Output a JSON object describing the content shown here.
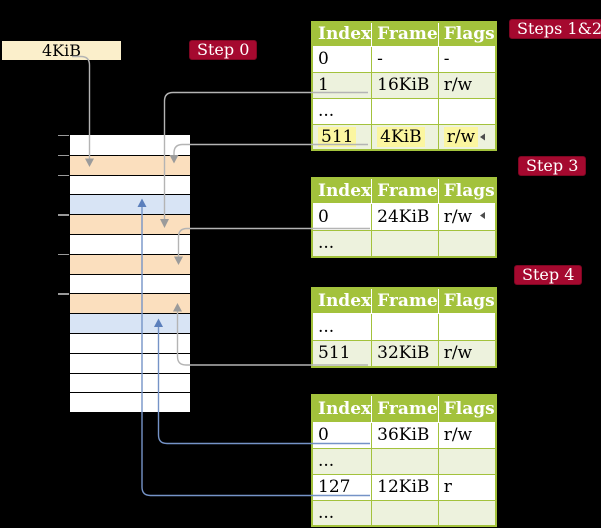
{
  "size_box": {
    "label": "4KiB"
  },
  "step_labels": {
    "step0": "Step 0",
    "steps_1_2": "Steps 1&2",
    "step3": "Step 3",
    "step4": "Step 4"
  },
  "page_tables": [
    {
      "name": "page-table-steps-1-2",
      "headers": [
        "Index",
        "Frame",
        "Flags"
      ],
      "rows": [
        {
          "cells": [
            "0",
            "-",
            "-"
          ]
        },
        {
          "cells": [
            "1",
            "16KiB",
            "r/w"
          ]
        },
        {
          "cells": [
            "...",
            "",
            ""
          ]
        },
        {
          "cells": [
            "511",
            "4KiB",
            "r/w"
          ],
          "highlighted": true
        }
      ]
    },
    {
      "name": "page-table-step-3",
      "headers": [
        "Index",
        "Frame",
        "Flags"
      ],
      "rows": [
        {
          "cells": [
            "0",
            "24KiB",
            "r/w"
          ]
        },
        {
          "cells": [
            "...",
            "",
            ""
          ]
        }
      ]
    },
    {
      "name": "page-table-step-4",
      "headers": [
        "Index",
        "Frame",
        "Flags"
      ],
      "rows": [
        {
          "cells": [
            "...",
            "",
            ""
          ]
        },
        {
          "cells": [
            "511",
            "32KiB",
            "r/w"
          ]
        }
      ]
    },
    {
      "name": "page-table-final",
      "headers": [
        "Index",
        "Frame",
        "Flags"
      ],
      "rows": [
        {
          "cells": [
            "0",
            "36KiB",
            "r/w"
          ]
        },
        {
          "cells": [
            "...",
            "",
            ""
          ]
        },
        {
          "cells": [
            "127",
            "12KiB",
            "r"
          ]
        },
        {
          "cells": [
            "...",
            "",
            ""
          ]
        }
      ]
    }
  ],
  "memory_column": {
    "rows": [
      "white",
      "orange",
      "white",
      "blue",
      "orange",
      "white",
      "orange",
      "white",
      "orange",
      "blue",
      "white",
      "white",
      "white",
      "white"
    ]
  },
  "colors": {
    "background": "#000000",
    "table_header_green": "#A3C23C",
    "table_row_light_green": "#EDF2DD",
    "highlight_yellow": "#FBF6A0",
    "step_badge_red": "#A5092F",
    "size_box_cream": "#FBEFCB",
    "memory_orange": "#FBDFBE",
    "memory_blue": "#D8E4F5",
    "gray_arrow": "#B4B4B4",
    "blue_arrow": "#7593C7"
  }
}
